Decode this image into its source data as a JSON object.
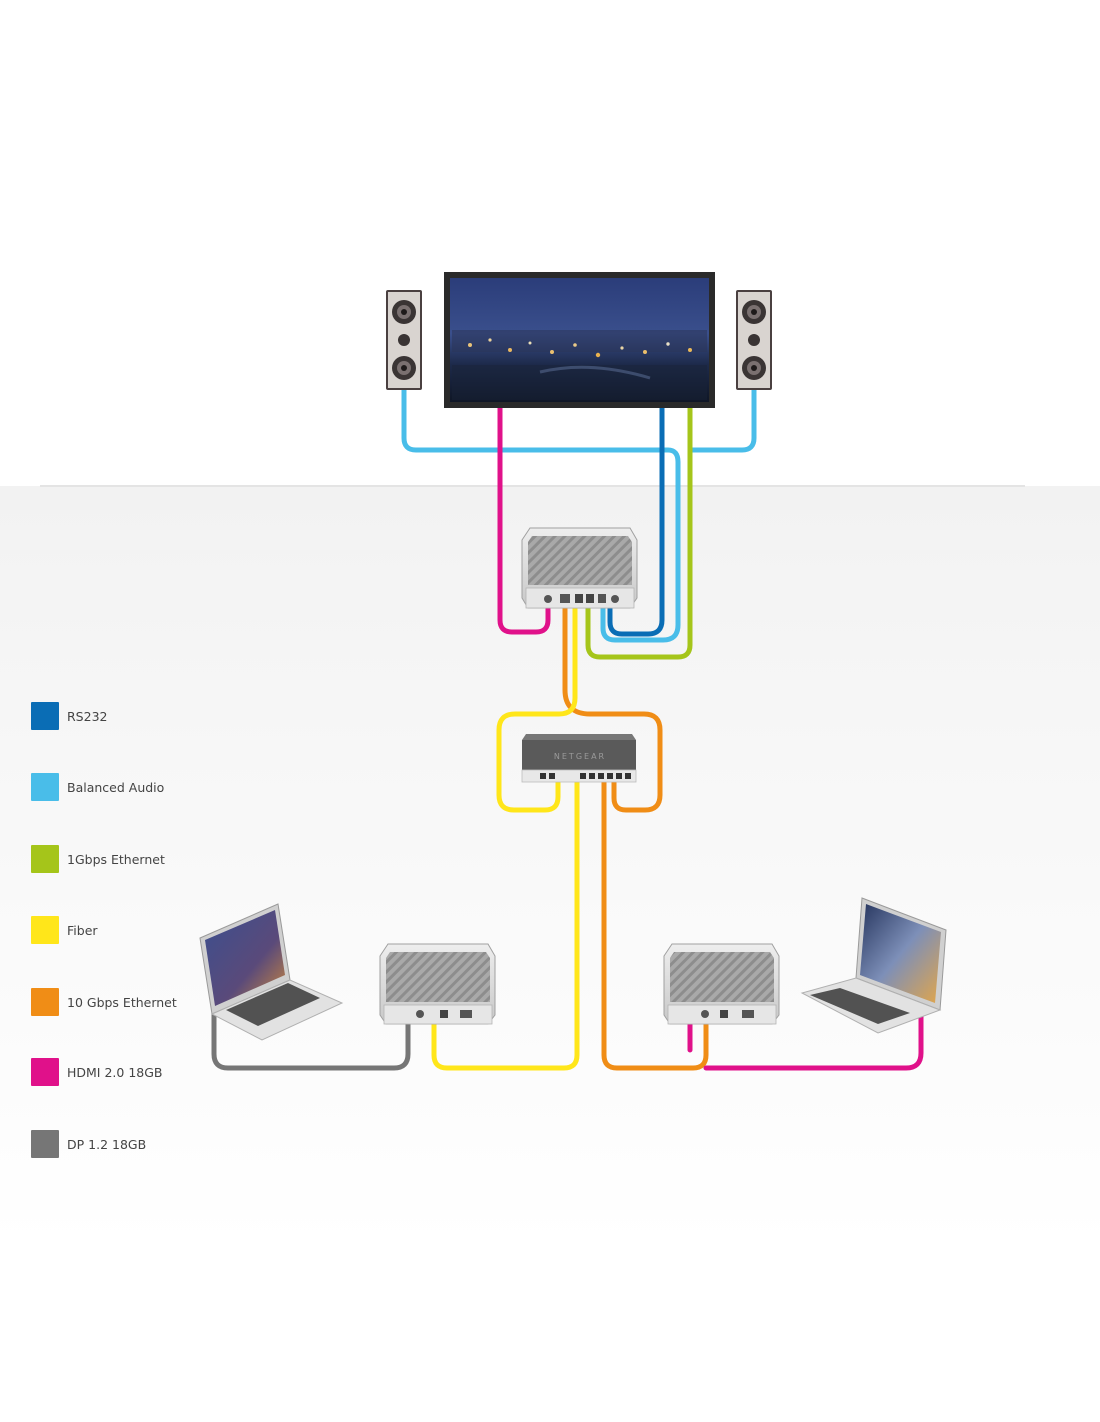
{
  "colors": {
    "rs232": "#0a6db5",
    "balanced_audio": "#49bde9",
    "ethernet_1g": "#a5c51a",
    "fiber": "#ffe61a",
    "ethernet_10g": "#f08d16",
    "hdmi": "#e0118a",
    "dp": "#767676"
  },
  "legend": [
    {
      "key": "rs232",
      "label": "RS232",
      "color": "#0a6db5"
    },
    {
      "key": "balanced_audio",
      "label": "Balanced Audio",
      "color": "#49bde9"
    },
    {
      "key": "ethernet_1g",
      "label": "1Gbps Ethernet",
      "color": "#a5c51a"
    },
    {
      "key": "fiber",
      "label": "Fiber",
      "color": "#ffe61a"
    },
    {
      "key": "ethernet_10g",
      "label": "10 Gbps Ethernet",
      "color": "#f08d16"
    },
    {
      "key": "hdmi",
      "label": "HDMI 2.0 18GB",
      "color": "#e0118a"
    },
    {
      "key": "dp",
      "label": "DP 1.2 18GB",
      "color": "#767676"
    }
  ],
  "switch_brand": "NETGEAR"
}
